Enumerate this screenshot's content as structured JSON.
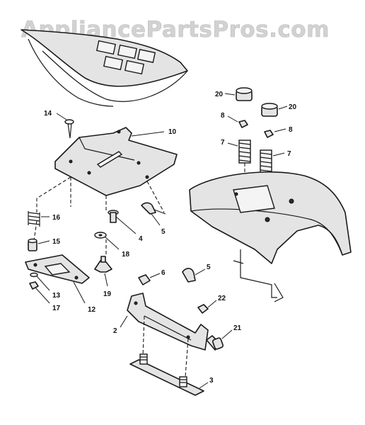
{
  "watermark": "AppliancePartsPros.com",
  "callouts": {
    "seat": "",
    "p14": "14",
    "p10": "10",
    "p16": "16",
    "p15": "15",
    "p4": "4",
    "p5a": "5",
    "p18": "18",
    "p19": "19",
    "p12": "12",
    "p13": "13",
    "p17": "17",
    "p20a": "20",
    "p20b": "20",
    "p8a": "8",
    "p8b": "8",
    "p7a": "7",
    "p7b": "7",
    "p6": "6",
    "p5b": "5",
    "p22": "22",
    "p2": "2",
    "p21": "21",
    "p3": "3"
  }
}
